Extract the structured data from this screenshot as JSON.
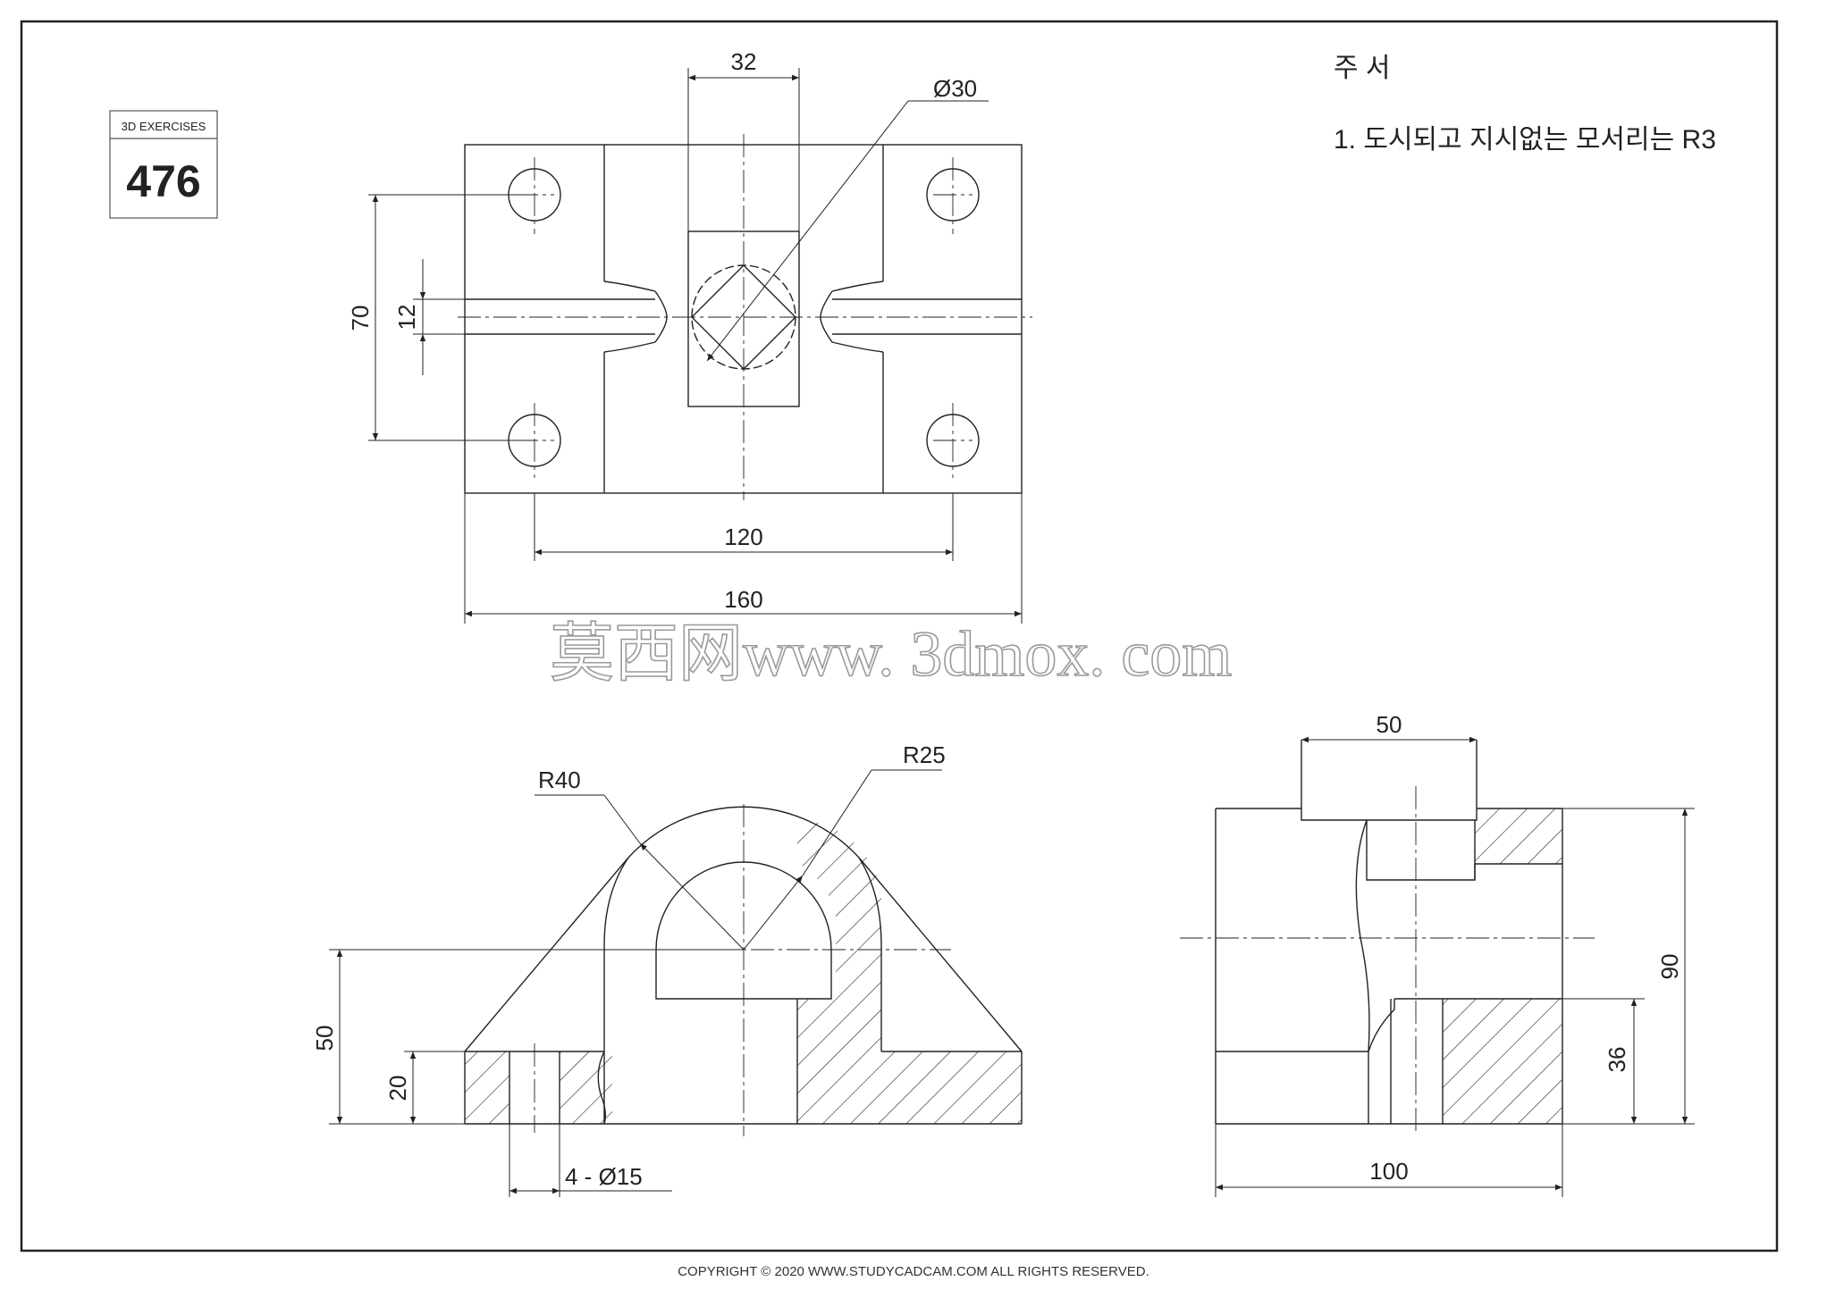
{
  "badge": {
    "label": "3D EXERCISES",
    "number": "476"
  },
  "notes": {
    "title": "주  서",
    "line1": "1. 도시되고 지시없는 모서리는 R3"
  },
  "dims": {
    "d32": "32",
    "dia30": "Ø30",
    "d70": "70",
    "d12": "12",
    "d120": "120",
    "d160": "160",
    "r40": "R40",
    "r25": "R25",
    "d50": "50",
    "d20": "20",
    "holes": "4 -  Ø15",
    "d50b": "50",
    "d90": "90",
    "d36": "36",
    "d100": "100"
  },
  "watermark": "莫西网www. 3dmox. com",
  "copyright": "COPYRIGHT © 2020 WWW.STUDYCADCAM.COM ALL RIGHTS RESERVED.",
  "colors": {
    "line": "#222222",
    "watermark": "#9a9a9a"
  }
}
